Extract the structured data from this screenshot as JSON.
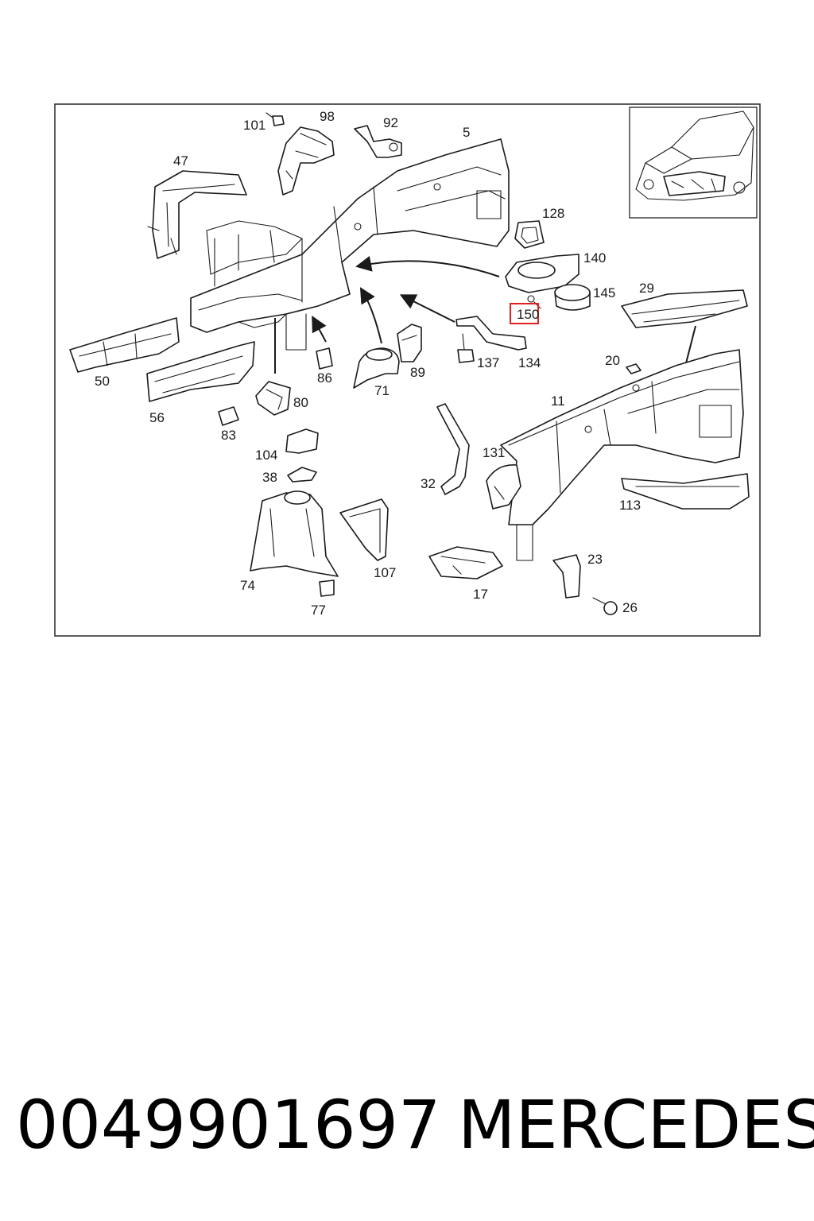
{
  "diagram": {
    "labels": [
      "101",
      "98",
      "92",
      "5",
      "47",
      "128",
      "140",
      "145",
      "29",
      "150",
      "137",
      "134",
      "20",
      "50",
      "56",
      "86",
      "71",
      "89",
      "80",
      "83",
      "11",
      "104",
      "38",
      "131",
      "32",
      "113",
      "74",
      "107",
      "23",
      "17",
      "77",
      "26"
    ],
    "highlighted_label": "150",
    "highlight_color": "#e02020",
    "line_color": "#1a1a1a"
  },
  "caption": {
    "part_number": "0049901697",
    "brand": "MERCEDES"
  }
}
